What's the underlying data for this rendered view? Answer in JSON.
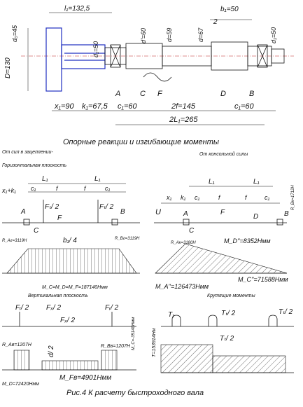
{
  "shaft": {
    "dims": {
      "l1": "l₁=132,5",
      "b1": "b₁=50",
      "b_den": "2",
      "d_top": "d₀=45",
      "D": "D=130",
      "d1": "d₁=50",
      "d2": "d'=60",
      "d3": "d=59",
      "d4": "d=67",
      "d5": "d₁=50",
      "x1": "x₁=90",
      "k1": "k₁=67,5",
      "c1a": "c₁=60",
      "f2": "2f=145",
      "c1b": "c₁=60",
      "L": "2L₁=265"
    },
    "points": {
      "A": "A",
      "C": "C",
      "F": "F",
      "D": "D",
      "B": "B"
    }
  },
  "titles": {
    "main": "Опорные реакции и изгибающие моменты",
    "mesh": "От сил в зацеплении-",
    "horizontal": "Горизонтальная плоскость",
    "cantilever": "От консольной силы",
    "vertical": "Вертикальная плоскость",
    "torque": "Крутящие моменты",
    "caption": "Рис.4  К расчету быстроходного вала"
  },
  "hplane": {
    "L1a": "L₁",
    "L1b": "L₁",
    "c1a": "c₁",
    "fa": "f",
    "fb": "f",
    "c1b": "c₁",
    "xk": "x₁+k₁",
    "Ft1": "Fₜ/ 2",
    "Ft2": "Fₜ/ 2",
    "A": "A",
    "C": "C",
    "F": "F",
    "B": "B",
    "RAg": "R_Aг=3119Н",
    "RBg": "R_Bг=3119Н",
    "b4": "b₁/ 4",
    "Mg": "M_C=M_D=M_F=187140Нмм"
  },
  "cplane": {
    "L1a": "L₁",
    "L1b": "L₁",
    "x1": "x₁",
    "k1": "k₁",
    "c1a": "c₁",
    "fa": "f",
    "fb": "f",
    "c1b": "c₁",
    "U": "U",
    "A": "A",
    "C": "C",
    "F": "F",
    "D": "D",
    "B": "B",
    "RBk": "R_Bк=1712Н",
    "RAk": "R_Aк=3180Н",
    "MD": "M_D''=8352Нмм",
    "MA": "M_A''=126473Нмм",
    "MC": "M_C''=71588Нмм"
  },
  "vplane": {
    "Fr1": "Fᵣ/ 2",
    "Fa": "Fₓ/ 2",
    "Fr2": "Fᵣ/ 2",
    "Fx": "Fₓ/ 2",
    "d2": "d/ 2",
    "RAv": "R_Aв=1207Н",
    "RBv": "R_Bв=1207Н",
    "MDv": "M_D=72420Нмм",
    "MFv": "M_Fв=4901Нмм",
    "MCv": "M_C=-35140Нмм"
  },
  "torque": {
    "T": "T=153914Нм",
    "T1": "T₁",
    "T2a": "Tₜ/ 2",
    "T2b": "Tₜ/ 2",
    "T2c": "Tₜ/ 2"
  }
}
